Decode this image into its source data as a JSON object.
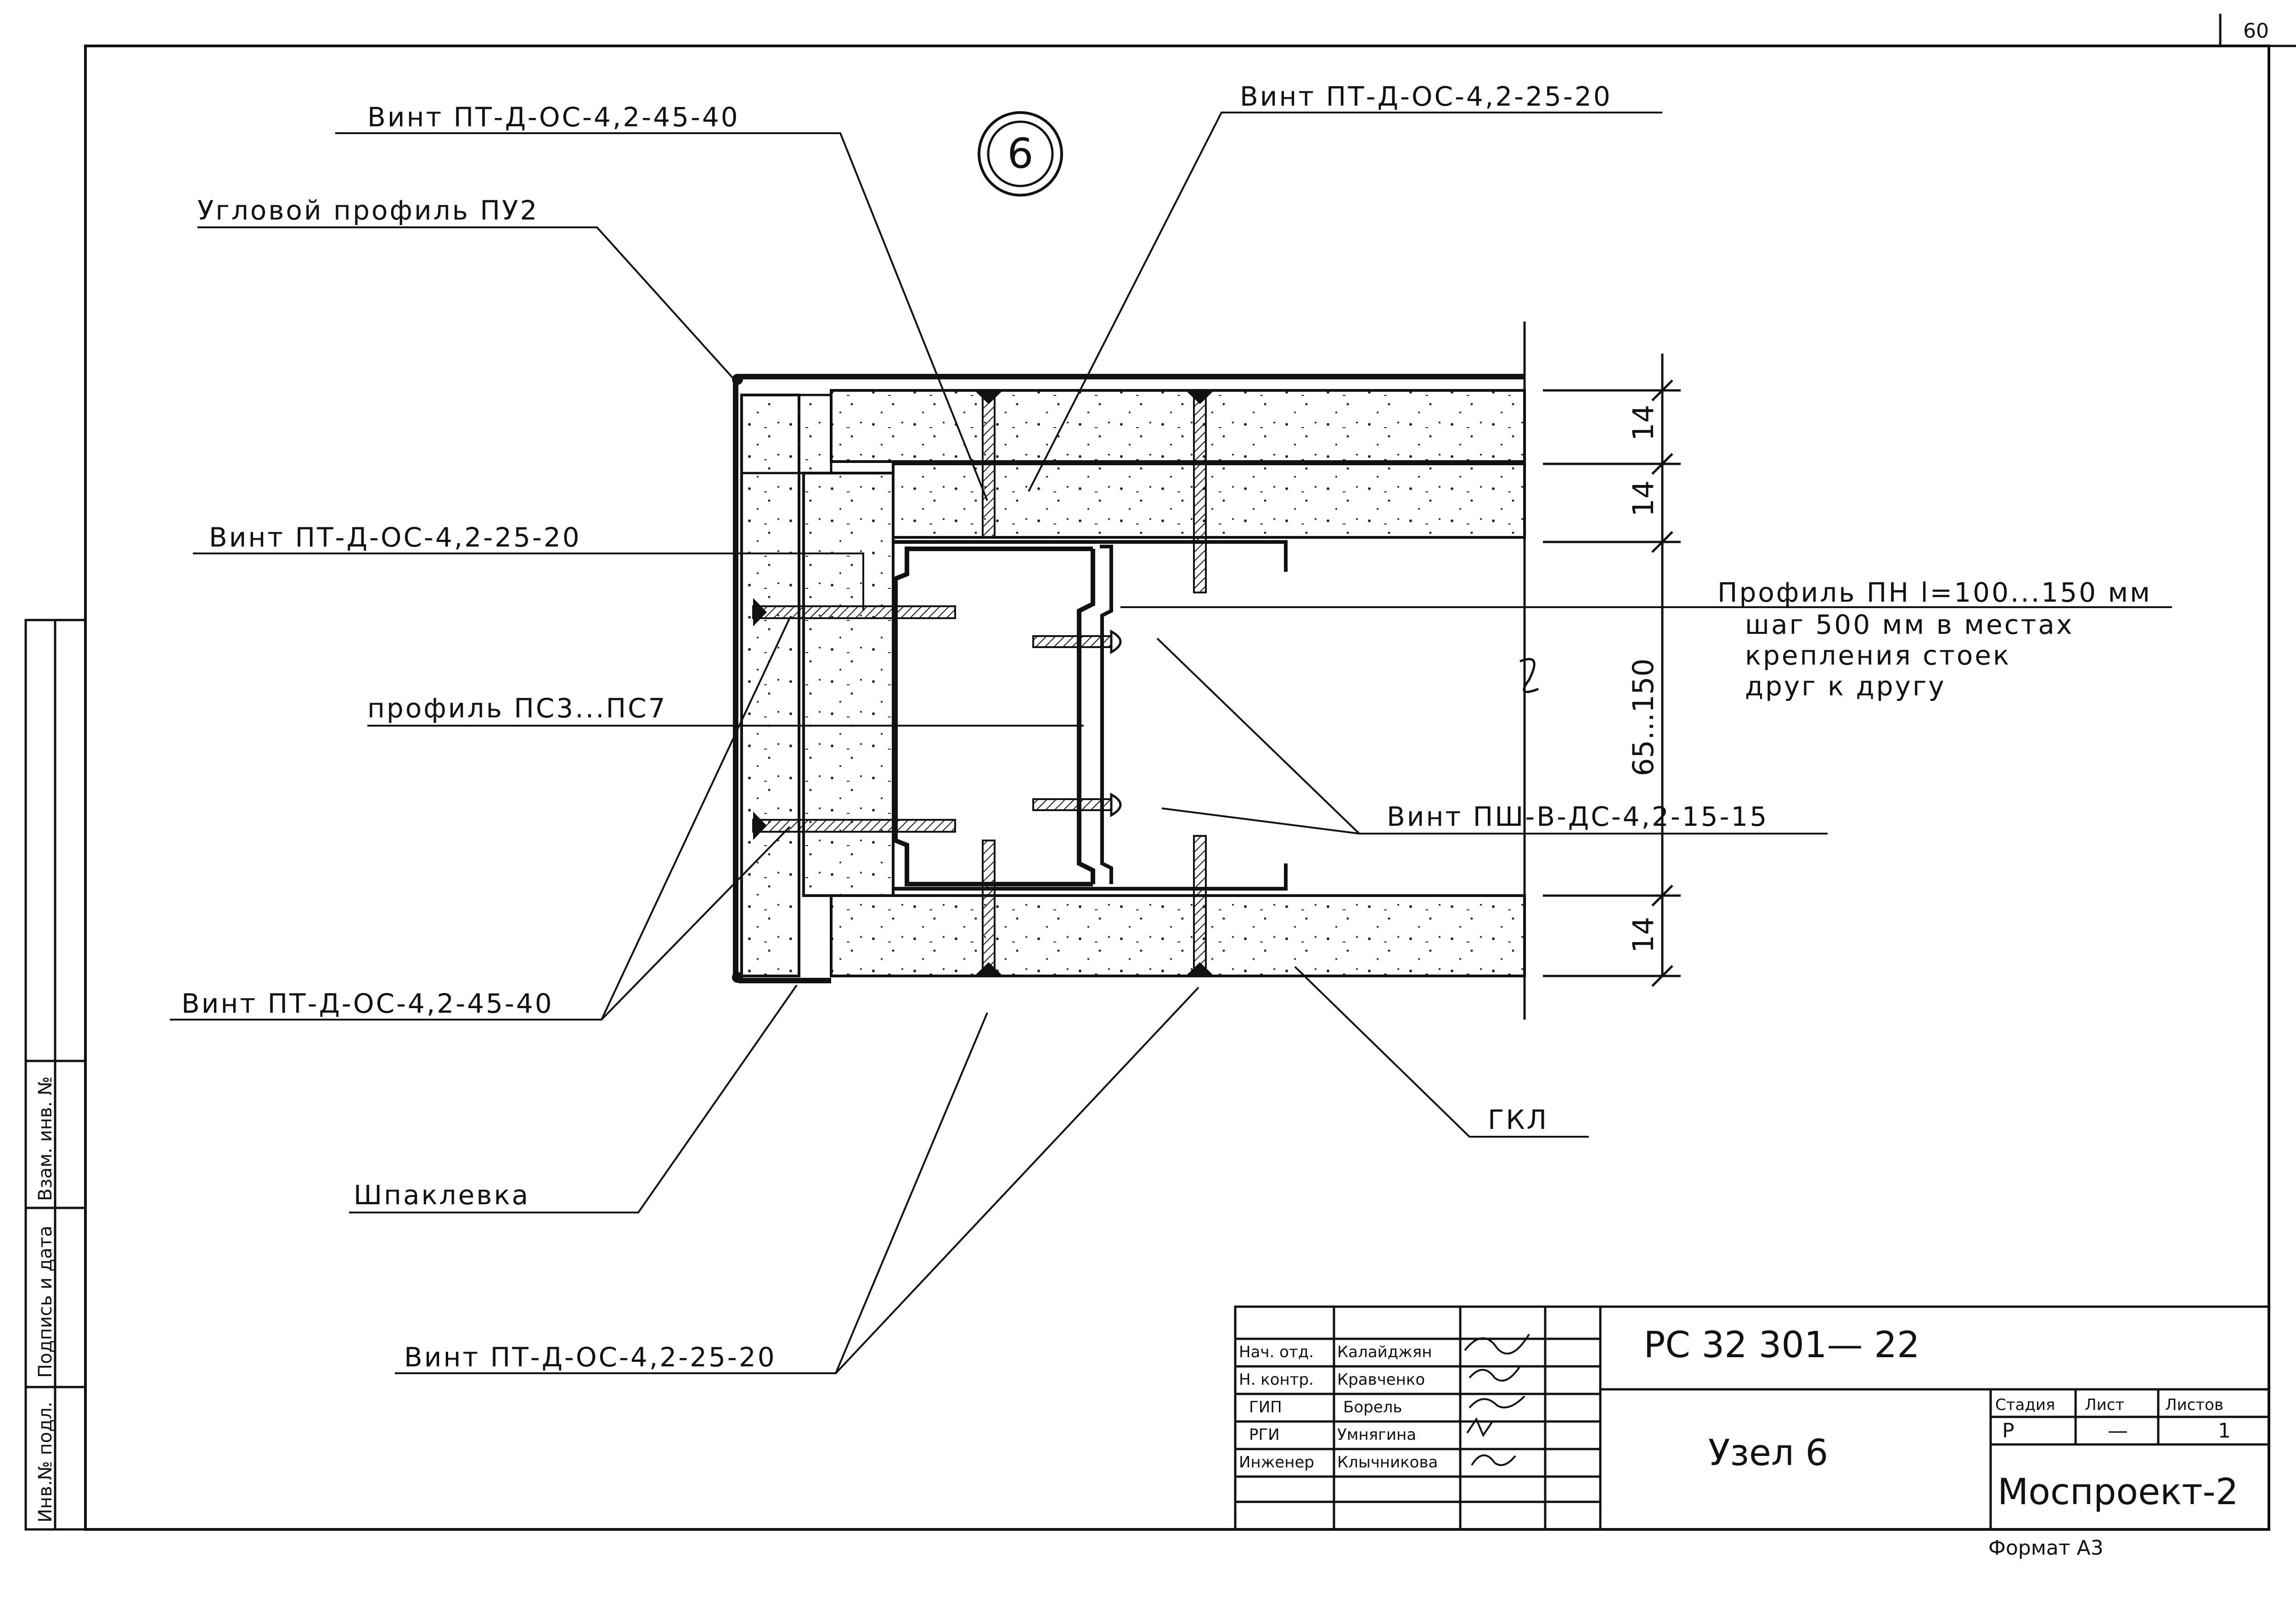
{
  "sheet_number": "60",
  "node_marker": "6",
  "labels": {
    "screw_top_left": "Винт ПТ-Д-ОС-4,2-45-40",
    "screw_top_right": "Винт ПТ-Д-ОС-4,2-25-20",
    "corner_profile": "Угловой профиль ПУ2",
    "screw_mid_left": "Винт ПТ-Д-ОС-4,2-25-20",
    "profile_ps": "профиль ПС3...ПС7",
    "screw_bottom_left": "Винт ПТ-Д-ОС-4,2-45-40",
    "putty": "Шпаклевка",
    "screw_bottom": "Винт ПТ-Д-ОС-4,2-25-20",
    "gkl": "ГКЛ",
    "screw_psh": "Винт ПШ-В-ДС-4,2-15-15",
    "profile_pn_line1": "Профиль ПН  l=100...150 мм",
    "profile_pn_line2": "шаг 500 мм   в местах",
    "profile_pn_line3": "крепления   стоек",
    "profile_pn_line4": "друг к другу"
  },
  "dimensions": {
    "d1": "14",
    "d2": "14",
    "d3": "65...150",
    "d4": "14"
  },
  "side_stamp": {
    "col1": "Инв.№ подл.",
    "col2": "Подпись и дата",
    "col3": "Взам. инв. №"
  },
  "title_block": {
    "doc_code": "РС 32 301— 22",
    "title": "Узел 6",
    "organization": "Моспроект-2",
    "stage_header": "Стадия",
    "sheet_header": "Лист",
    "sheets_header": "Листов",
    "stage_value": "Р",
    "sheet_value": "—",
    "sheets_value": "1",
    "format": "Формат  А3",
    "people": [
      {
        "role": "Нач. отд.",
        "name": "Калайджян"
      },
      {
        "role": "Н. контр.",
        "name": "Кравченко"
      },
      {
        "role": "ГИП",
        "name": "Борель"
      },
      {
        "role": "РГИ",
        "name": "Умнягина"
      },
      {
        "role": "Инженер",
        "name": "Клычникова"
      }
    ]
  },
  "colors": {
    "ink": "#111111",
    "paper": "#ffffff",
    "hatch": "#222222"
  }
}
